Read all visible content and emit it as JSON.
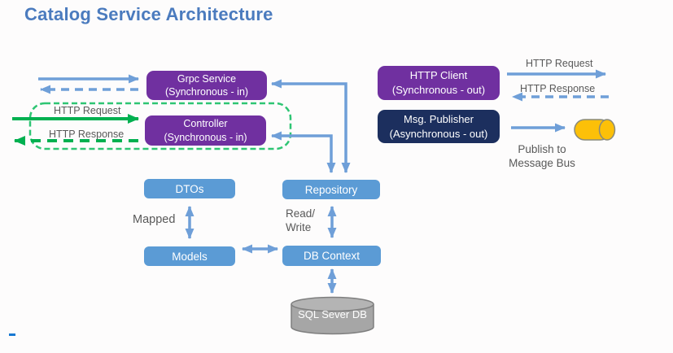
{
  "title": "Catalog Service Architecture",
  "nodes": {
    "grpc_service": {
      "line1": "Grpc Service",
      "line2": "(Synchronous - in)"
    },
    "controller": {
      "line1": "Controller",
      "line2": "(Synchronous - in)"
    },
    "http_client": {
      "line1": "HTTP Client",
      "line2": "(Synchronous - out)"
    },
    "msg_publisher": {
      "line1": "Msg. Publisher",
      "line2": "(Asynchronous - out)"
    },
    "dtos": {
      "label": "DTOs"
    },
    "repository": {
      "label": "Repository"
    },
    "models": {
      "label": "Models"
    },
    "db_context": {
      "label": "DB Context"
    },
    "sql_db": {
      "label": "SQL Sever DB"
    }
  },
  "labels": {
    "http_request_left": "HTTP Request",
    "http_response_left": "HTTP Response",
    "http_request_right": "HTTP Request",
    "http_response_right": "HTTP Response",
    "mapped": "Mapped",
    "read_write_line1": "Read/",
    "read_write_line2": "Write",
    "publish_line1": "Publish to",
    "publish_line2": "Message Bus"
  },
  "icons": {
    "sql_cylinder": "database-cylinder-icon",
    "message_bus_cylinder": "message-bus-cylinder-icon"
  },
  "colors": {
    "title": "#4b7bbe",
    "purple": "#7030a0",
    "navy": "#1c2f5e",
    "blue_box": "#5b9bd5",
    "arrow_blue": "#6f9fd8",
    "green": "#00b050",
    "green_box": "#2ec573",
    "gray_text": "#595959",
    "cyl_gray": "#a6a6a6",
    "cyl_gray_top": "#b4b4b4",
    "cyl_border": "#7f7f7f",
    "gold": "#fcc008",
    "gold_border": "#8a8a7a",
    "dash_mark": "#1778d2"
  }
}
